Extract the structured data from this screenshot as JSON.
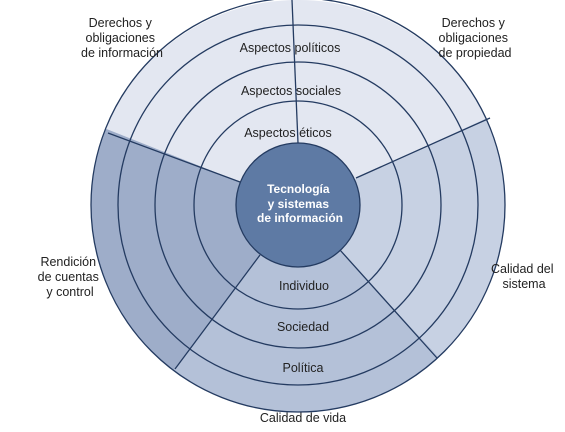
{
  "center": {
    "lines": [
      "Tecnología",
      "y sistemas",
      "de información"
    ]
  },
  "ring_labels": {
    "aspectos_politicos": "Aspectos  políticos",
    "aspectos_sociales": "Aspectos  sociales",
    "aspectos_eticos": "Aspectos  éticos",
    "individuo": "Individuo",
    "sociedad": "Sociedad",
    "politica": "Política"
  },
  "dimensions": {
    "derechos_informacion": [
      "Derechos y",
      "obligaciones",
      "de información"
    ],
    "derechos_propiedad": [
      "Derechos y",
      "obligaciones",
      "de propiedad"
    ],
    "calidad_sistema": [
      "Calidad del",
      "sistema"
    ],
    "rendicion": [
      "Rendición",
      "de cuentas",
      "y control"
    ],
    "calidad_vida": [
      "Calidad de vida"
    ]
  },
  "colors": {
    "light_sector": "#e3e7f1",
    "right_sector": "#c7d1e3",
    "left_sector": "#9eadc9",
    "bottom_sector": "#b4c1d8",
    "center_fill": "#5e7aa4",
    "stroke": "#243b61"
  }
}
